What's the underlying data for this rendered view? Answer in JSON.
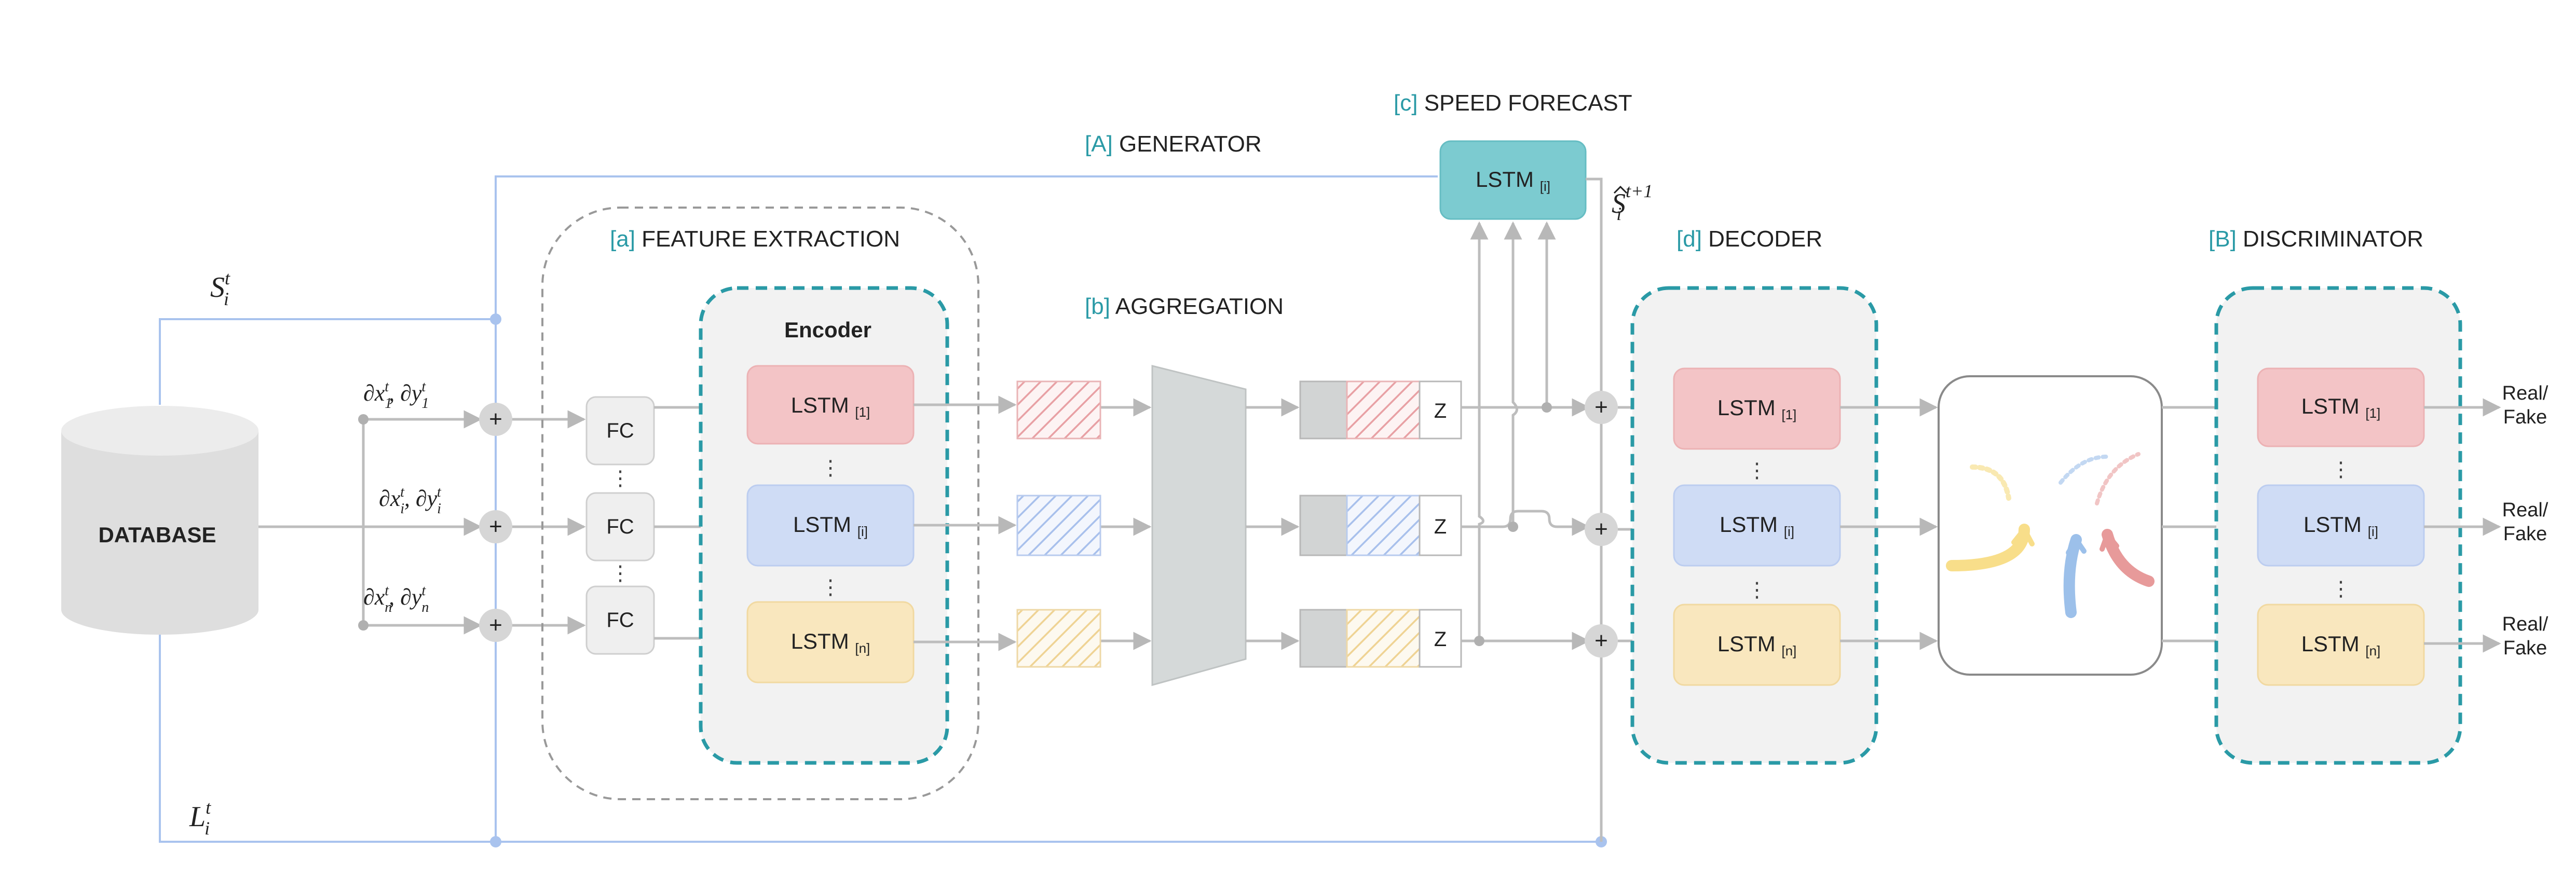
{
  "sections": {
    "generator": {
      "tag": "[A]",
      "title": "GENERATOR"
    },
    "discriminator": {
      "tag": "[B]",
      "title": "DISCRIMINATOR"
    },
    "feature_extraction": {
      "tag": "[a]",
      "title": "FEATURE EXTRACTION"
    },
    "aggregation": {
      "tag": "[b]",
      "title": "AGGREGATION"
    },
    "speed_forecast": {
      "tag": "[c]",
      "title": "SPEED FORECAST"
    },
    "decoder": {
      "tag": "[d]",
      "title": "DECODER"
    }
  },
  "database": "DATABASE",
  "encoder_label": "Encoder",
  "lstm_word": "LSTM",
  "lstm_indices": [
    "[1]",
    "[i]",
    "[n]"
  ],
  "fc_label": "FC",
  "z_label": "Z",
  "plus": "+",
  "vdots": "⋮",
  "real_fake": {
    "real": "Real/",
    "fake": "Fake"
  },
  "math": {
    "S": "S",
    "L": "L",
    "t": "t",
    "i": "i",
    "t1": "t+1",
    "partial": "∂",
    "x": "x",
    "y": "y",
    "comma": ", ",
    "row_subs": [
      "1",
      "i",
      "n"
    ]
  },
  "colors": {
    "red": "#f3c4c6",
    "blue": "#cfdcf5",
    "yellow": "#f9e7be",
    "teal": "#2a9aa6",
    "teal_fill": "#7ccbd0",
    "grey_line": "#bdbdbd",
    "blue_line": "#a9c3ee"
  }
}
